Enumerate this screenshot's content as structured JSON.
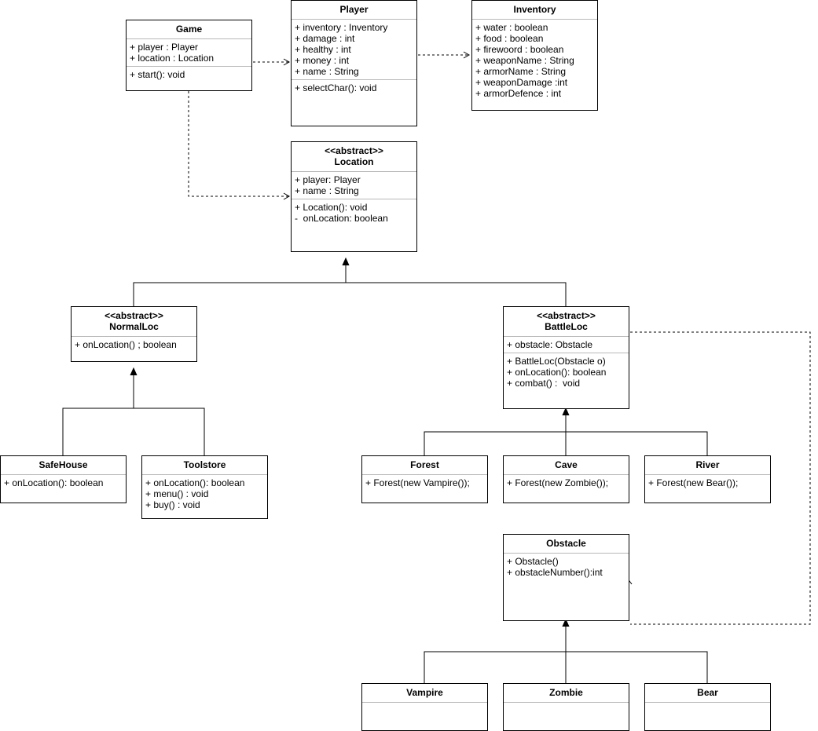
{
  "diagram": {
    "classes": [
      {
        "id": "game",
        "stereotype": "",
        "name": "Game",
        "sections": [
          [
            "+ player : Player",
            "+ location : Location"
          ],
          [
            "+ start(): void"
          ]
        ]
      },
      {
        "id": "player",
        "stereotype": "",
        "name": "Player",
        "sections": [
          [
            "+ inventory : Inventory",
            "+ damage : int",
            "+ healthy : int",
            "+ money : int",
            "+ name : String"
          ],
          [
            "+ selectChar(): void"
          ]
        ]
      },
      {
        "id": "inventory",
        "stereotype": "",
        "name": "Inventory",
        "sections": [
          [
            "+ water : boolean",
            "+ food : boolean",
            "+ firewoord : boolean",
            "+ weaponName : String",
            "+ armorName : String",
            "+ weaponDamage :int",
            "+ armorDefence : int"
          ]
        ]
      },
      {
        "id": "location",
        "stereotype": "<<abstract>>",
        "name": "Location",
        "sections": [
          [
            "+ player: Player",
            "+ name : String"
          ],
          [
            "+ Location(): void",
            "-  onLocation: boolean"
          ]
        ]
      },
      {
        "id": "normalloc",
        "stereotype": "<<abstract>>",
        "name": "NormalLoc",
        "sections": [
          [
            "+ onLocation() ; boolean"
          ]
        ]
      },
      {
        "id": "battleloc",
        "stereotype": "<<abstract>>",
        "name": "BattleLoc",
        "sections": [
          [
            "+ obstacle: Obstacle"
          ],
          [
            "+ BattleLoc(Obstacle o)",
            "+ onLocation(): boolean",
            "+ combat() :  void"
          ]
        ]
      },
      {
        "id": "safehouse",
        "stereotype": "",
        "name": "SafeHouse",
        "sections": [
          [
            "+ onLocation(): boolean"
          ]
        ]
      },
      {
        "id": "toolstore",
        "stereotype": "",
        "name": "Toolstore",
        "sections": [
          [
            "+ onLocation(): boolean",
            "+ menu() : void",
            "+ buy() : void"
          ]
        ]
      },
      {
        "id": "forest",
        "stereotype": "",
        "name": "Forest",
        "sections": [
          [
            "+ Forest(new Vampire());"
          ]
        ]
      },
      {
        "id": "cave",
        "stereotype": "",
        "name": "Cave",
        "sections": [
          [
            "+ Forest(new Zombie());"
          ]
        ]
      },
      {
        "id": "river",
        "stereotype": "",
        "name": "River",
        "sections": [
          [
            "+ Forest(new Bear());"
          ]
        ]
      },
      {
        "id": "obstacle",
        "stereotype": "",
        "name": "Obstacle",
        "sections": [
          [
            "+ Obstacle()",
            "+ obstacleNumber():int"
          ]
        ]
      },
      {
        "id": "vampire",
        "stereotype": "",
        "name": "Vampire",
        "sections": [
          []
        ]
      },
      {
        "id": "zombie",
        "stereotype": "",
        "name": "Zombie",
        "sections": [
          []
        ]
      },
      {
        "id": "bear",
        "stereotype": "",
        "name": "Bear",
        "sections": [
          []
        ]
      }
    ]
  }
}
